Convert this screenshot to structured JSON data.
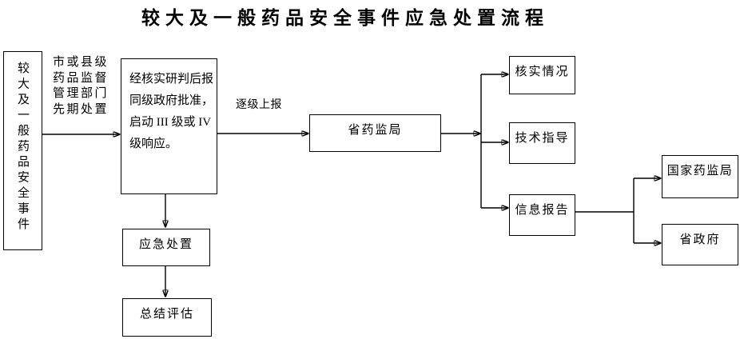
{
  "title": "较大及一般药品安全事件应急处置流程",
  "boxes": {
    "event": "较大及一般药品安全事件",
    "process_lines": [
      "经核实研判后报",
      "同级政府批准，",
      "启动 III 级或 IV",
      "级响应。"
    ],
    "provincial_bureau": "省药监局",
    "verify": "核实情况",
    "guidance": "技术指导",
    "report": "信息报告",
    "national_bureau": "国家药监局",
    "provincial_gov": "省政府",
    "emergency": "应急处置",
    "evaluation": "总结评估"
  },
  "edge_labels": {
    "initial_lines": [
      "市或县级",
      "药品监督",
      "管理部门",
      "先期处置"
    ],
    "escalate": "逐级上报"
  },
  "colors": {
    "line": "#000000",
    "text": "#000000",
    "background": "#ffffff"
  }
}
